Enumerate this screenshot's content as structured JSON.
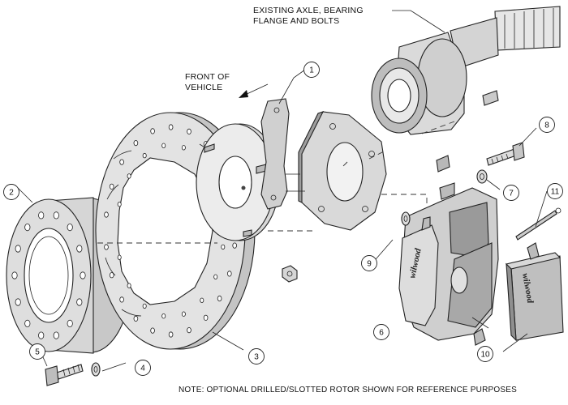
{
  "labels": {
    "axle": [
      "EXISTING AXLE, BEARING",
      "FLANGE AND BOLTS"
    ],
    "front": [
      "FRONT OF",
      "VEHICLE"
    ],
    "note": "NOTE: OPTIONAL DRILLED/SLOTTED ROTOR SHOWN FOR REFERENCE PURPOSES"
  },
  "callouts": [
    "1",
    "2",
    "3",
    "4",
    "5",
    "6",
    "7",
    "8",
    "9",
    "10",
    "11"
  ],
  "logos": {
    "caliper": "wilwood",
    "pad": "wilwood"
  },
  "colors": {
    "line": "#222222",
    "part_fill": "#dcdcdc",
    "part_shade": "#bdbdbd",
    "dark": "#555555"
  }
}
